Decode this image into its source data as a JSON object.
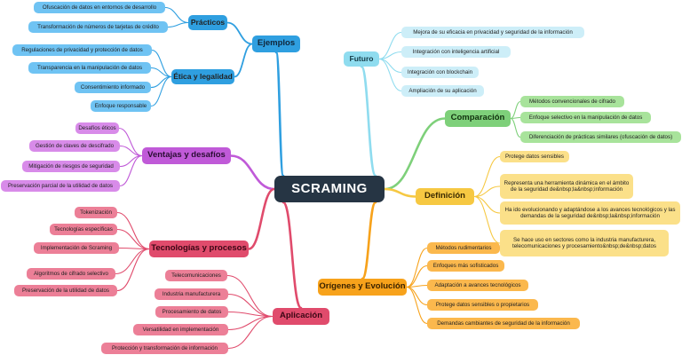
{
  "root": {
    "label": "SCRAMING"
  },
  "colors": {
    "blue": "#2f9fe0",
    "blue_leaf": "#6fc3f3",
    "cyan": "#8fdcef",
    "cyan_leaf": "#cdeef8",
    "green": "#7ed07a",
    "green_leaf": "#a8e39b",
    "yellow": "#f6c842",
    "yellow_leaf": "#fbe089",
    "orange": "#f7a21b",
    "orange_leaf": "#fbb84d",
    "red": "#e04b6c",
    "red_leaf": "#ec7f97",
    "purple": "#c05ad8",
    "purple_leaf": "#d88be9",
    "root_bg": "#263544"
  },
  "branches": {
    "ejemplos": {
      "label": "Ejemplos"
    },
    "practicos": {
      "label": "Prácticos",
      "items": [
        "Ofuscación de datos en entornos de desarrollo",
        "Transformación de números de tarjetas de crédito"
      ]
    },
    "etica": {
      "label": "Ética y legalidad",
      "items": [
        "Regulaciones de privacidad y protección de datos",
        "Transparencia en la manipulación de datos",
        "Consentimiento informado",
        "Enfoque responsable"
      ]
    },
    "ventajas": {
      "label": "Ventajas y desafíos",
      "items": [
        "Desafíos éticos",
        "Gestión de claves de descifrado",
        "Mitigación de riesgos de seguridad",
        "Preservación parcial de la utilidad de datos"
      ]
    },
    "tecnologias": {
      "label": "Tecnologías y procesos",
      "items": [
        "Tokenización",
        "Tecnologías específicas",
        "Implementación de Scraming",
        "Algoritmos de cifrado selectivo",
        "Preservación de la utilidad de datos"
      ]
    },
    "aplicacion": {
      "label": "Aplicación",
      "items": [
        "Telecomunicaciones",
        "Industria manufacturera",
        "Procesamiento de datos",
        "Versatilidad en implementación",
        "Protección y transformación de información"
      ]
    },
    "futuro": {
      "label": "Futuro",
      "items": [
        "Mejora de su eficacia en privacidad y seguridad de la información",
        "Integración con inteligencia artificial",
        "Integración con blockchain",
        "Ampliación de su aplicación"
      ]
    },
    "comparacion": {
      "label": "Comparación",
      "items": [
        "Métodos convencionales de cifrado",
        "Enfoque selectivo en la manipulación de datos",
        "Diferenciación de prácticas similares (ofuscación de datos)"
      ]
    },
    "definicion": {
      "label": "Definición",
      "items": [
        "Protege datos sensibles",
        "Representa una herramienta dinámica en el ámbito de la seguridad de&nbsp;la&nbsp;información",
        "Ha ido evolucionando y adaptándose a los avances tecnológicos y las demandas de la seguridad de&nbsp;la&nbsp;información",
        "Se hace uso en sectores como la industria manufacturera, telecomunicaciones y procesamiento&nbsp;de&nbsp;datos"
      ]
    },
    "origenes": {
      "label": "Orígenes y Evolución",
      "items": [
        "Métodos rudimentarios",
        "Enfoques más sofisticados",
        "Adaptación a avances tecnológicos",
        "Protege datos sensibles o propietarios",
        "Demandas cambiantes de seguridad de la información"
      ]
    }
  }
}
